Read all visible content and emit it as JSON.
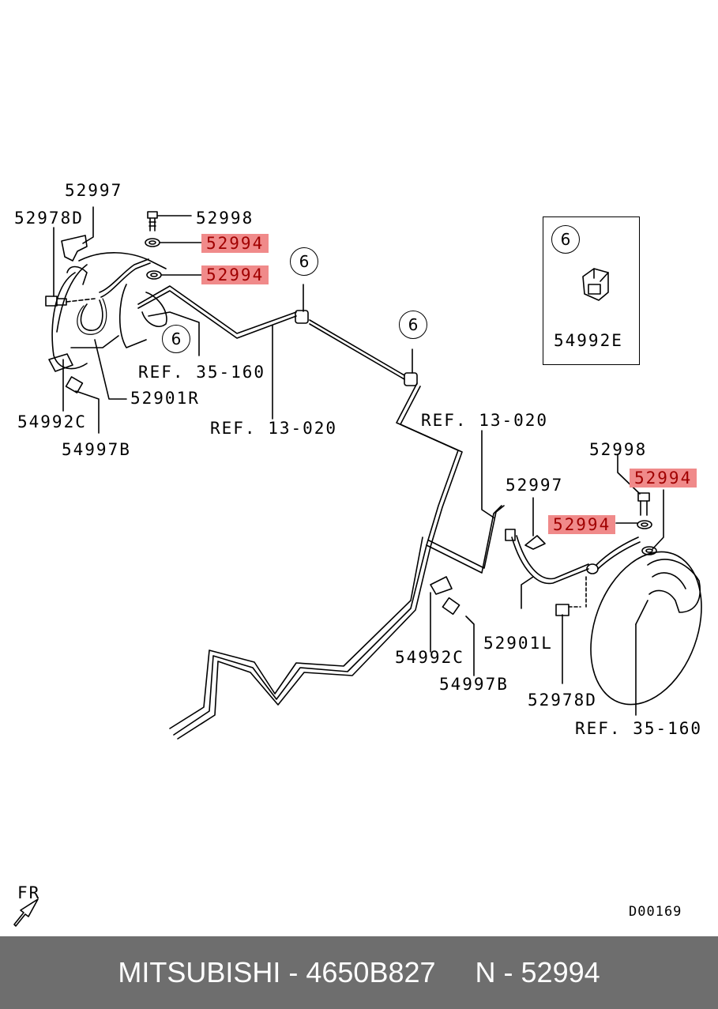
{
  "labels": {
    "p52997_top": "52997",
    "p52978D_left": "52978D",
    "p52998_top": "52998",
    "p52994_a": "52994",
    "p52994_b": "52994",
    "p52901R": "52901R",
    "ref35_160_left": "REF. 35-160",
    "ref13_020_left": "REF. 13-020",
    "p54992C_left": "54992C",
    "p54997B_left": "54997B",
    "ref13_020_right": "REF. 13-020",
    "p52998_right": "52998",
    "p52994_c": "52994",
    "p52997_right": "52997",
    "p52994_d": "52994",
    "p54992C_right": "54992C",
    "p52901L": "52901L",
    "p54997B_right": "54997B",
    "p52978D_right": "52978D",
    "ref35_160_right": "REF. 35-160",
    "p54992E": "54992E",
    "fr": "FR",
    "diagram_code": "D00169"
  },
  "callouts": {
    "c1": "6",
    "c2": "6",
    "c3": "6",
    "c_inset": "6"
  },
  "colors": {
    "highlight_bg": "#f08a8a",
    "highlight_text": "#a00000",
    "footer_bg": "#6e6e6e"
  },
  "footer": {
    "text": "MITSUBISHI - 4650B827     N - 52994"
  }
}
